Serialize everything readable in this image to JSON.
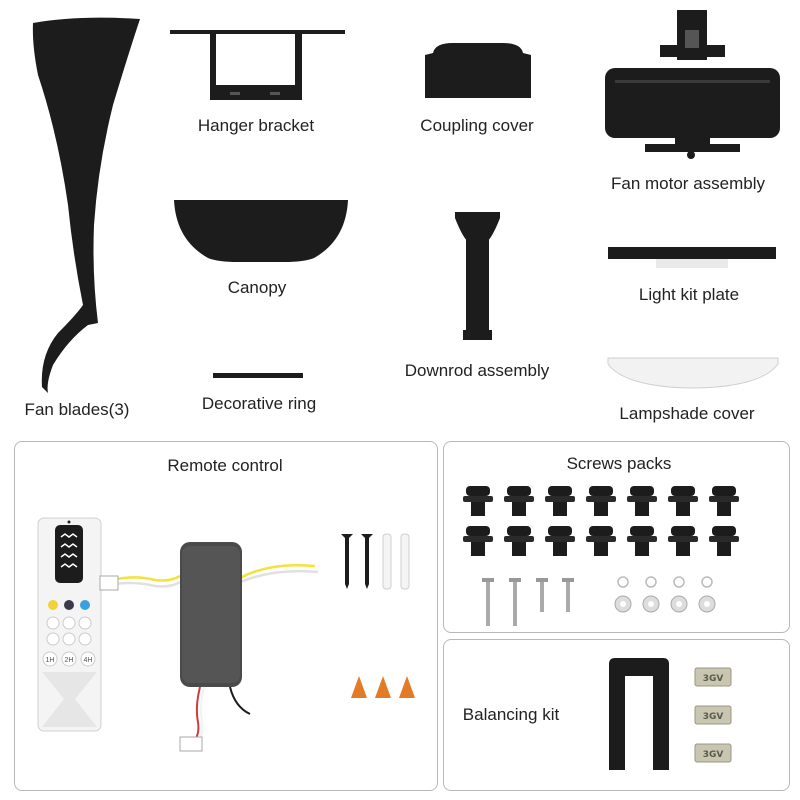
{
  "parts": {
    "fan_blades": "Fan blades(3)",
    "hanger_bracket": "Hanger bracket",
    "coupling_cover": "Coupling cover",
    "fan_motor_assembly": "Fan motor assembly",
    "canopy": "Canopy",
    "downrod_assembly": "Downrod assembly",
    "light_kit_plate": "Light kit plate",
    "decorative_ring": "Decorative ring",
    "lampshade_cover": "Lampshade cover"
  },
  "panels": {
    "remote_control": "Remote control",
    "screws_packs": "Screws packs",
    "balancing_kit": "Balancing kit"
  },
  "remote": {
    "timer_buttons": [
      "1H",
      "2H",
      "4H"
    ]
  },
  "balancing_weight_label": "3GV",
  "colors": {
    "part_black": "#1c1c1c",
    "panel_border": "#b8b8b8",
    "wire_yellow": "#f2e33a",
    "wire_red": "#d43a3a",
    "wire_nut_orange": "#e27a26"
  }
}
